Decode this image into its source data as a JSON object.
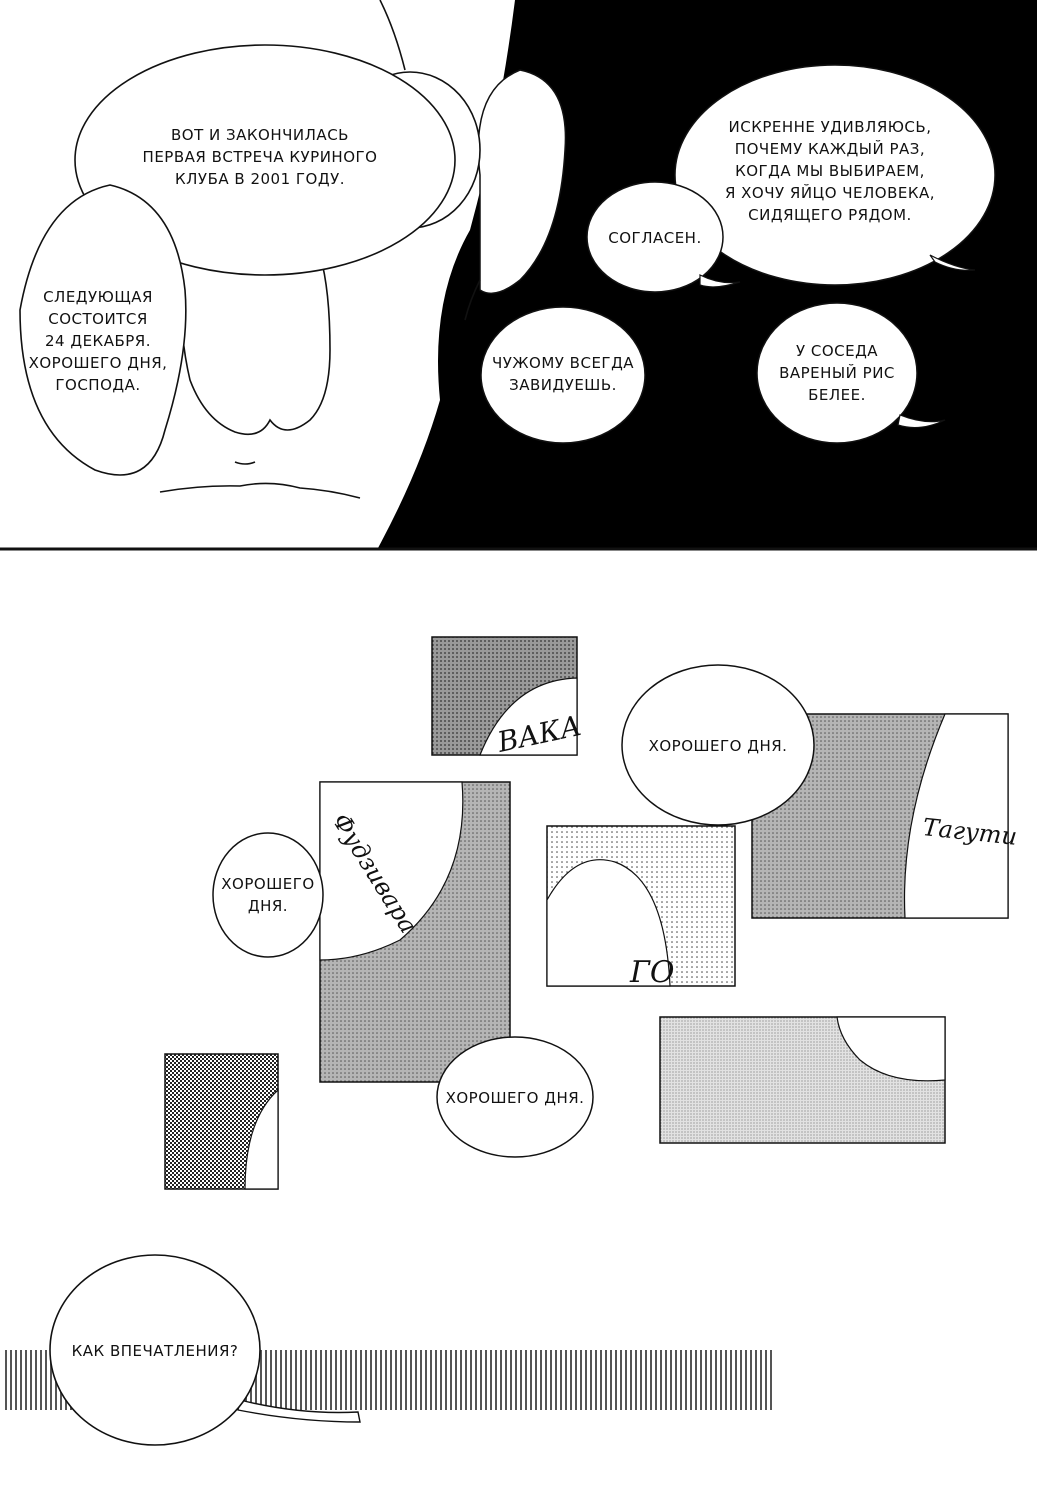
{
  "panel_top": {
    "bubbles": [
      {
        "lines": [
          "ВОТ И ЗАКОНЧИЛАСЬ",
          "ПЕРВАЯ ВСТРЕЧА КУРИНОГО",
          "КЛУБА В 2001 ГОДУ."
        ]
      },
      {
        "lines": [
          "СЛЕДУЮЩАЯ",
          "СОСТОИТСЯ",
          "24 ДЕКАБРЯ.",
          "ХОРОШЕГО ДНЯ,",
          "ГОСПОДА."
        ]
      },
      {
        "lines": [
          "ИСКРЕННЕ УДИВЛЯЮСЬ,",
          "ПОЧЕМУ КАЖДЫЙ РАЗ,",
          "КОГДА МЫ ВЫБИРАЕМ,",
          "Я ХОЧУ ЯЙЦО ЧЕЛОВЕКА,",
          "СИДЯЩЕГО РЯДОМ."
        ]
      },
      {
        "lines": [
          "СОГЛАСЕН."
        ]
      },
      {
        "lines": [
          "ЧУЖОМУ ВСЕГДА",
          "ЗАВИДУЕШЬ."
        ]
      },
      {
        "lines": [
          "У СОСЕДА",
          "ВАРЕНЫЙ РИС",
          "БЕЛЕЕ."
        ]
      }
    ]
  },
  "panel_middle": {
    "name_signs": [
      "ВАКА",
      "Фудзивара",
      "Тагути",
      "ГО"
    ],
    "bubbles": [
      {
        "lines": [
          "ХОРОШЕГО ДНЯ."
        ]
      },
      {
        "lines": [
          "ХОРОШЕГО",
          "ДНЯ."
        ]
      },
      {
        "lines": [
          "ХОРОШЕГО ДНЯ."
        ]
      }
    ]
  },
  "panel_bottom": {
    "bubbles": [
      {
        "lines": [
          "КАК ВПЕЧАТЛЕНИЯ?"
        ]
      }
    ]
  },
  "colors": {
    "ink": "#111111",
    "paper": "#ffffff",
    "tone_dark": "#7a7a7a",
    "tone_mid": "#a8a8a8",
    "tone_light": "#cfcfcf"
  }
}
